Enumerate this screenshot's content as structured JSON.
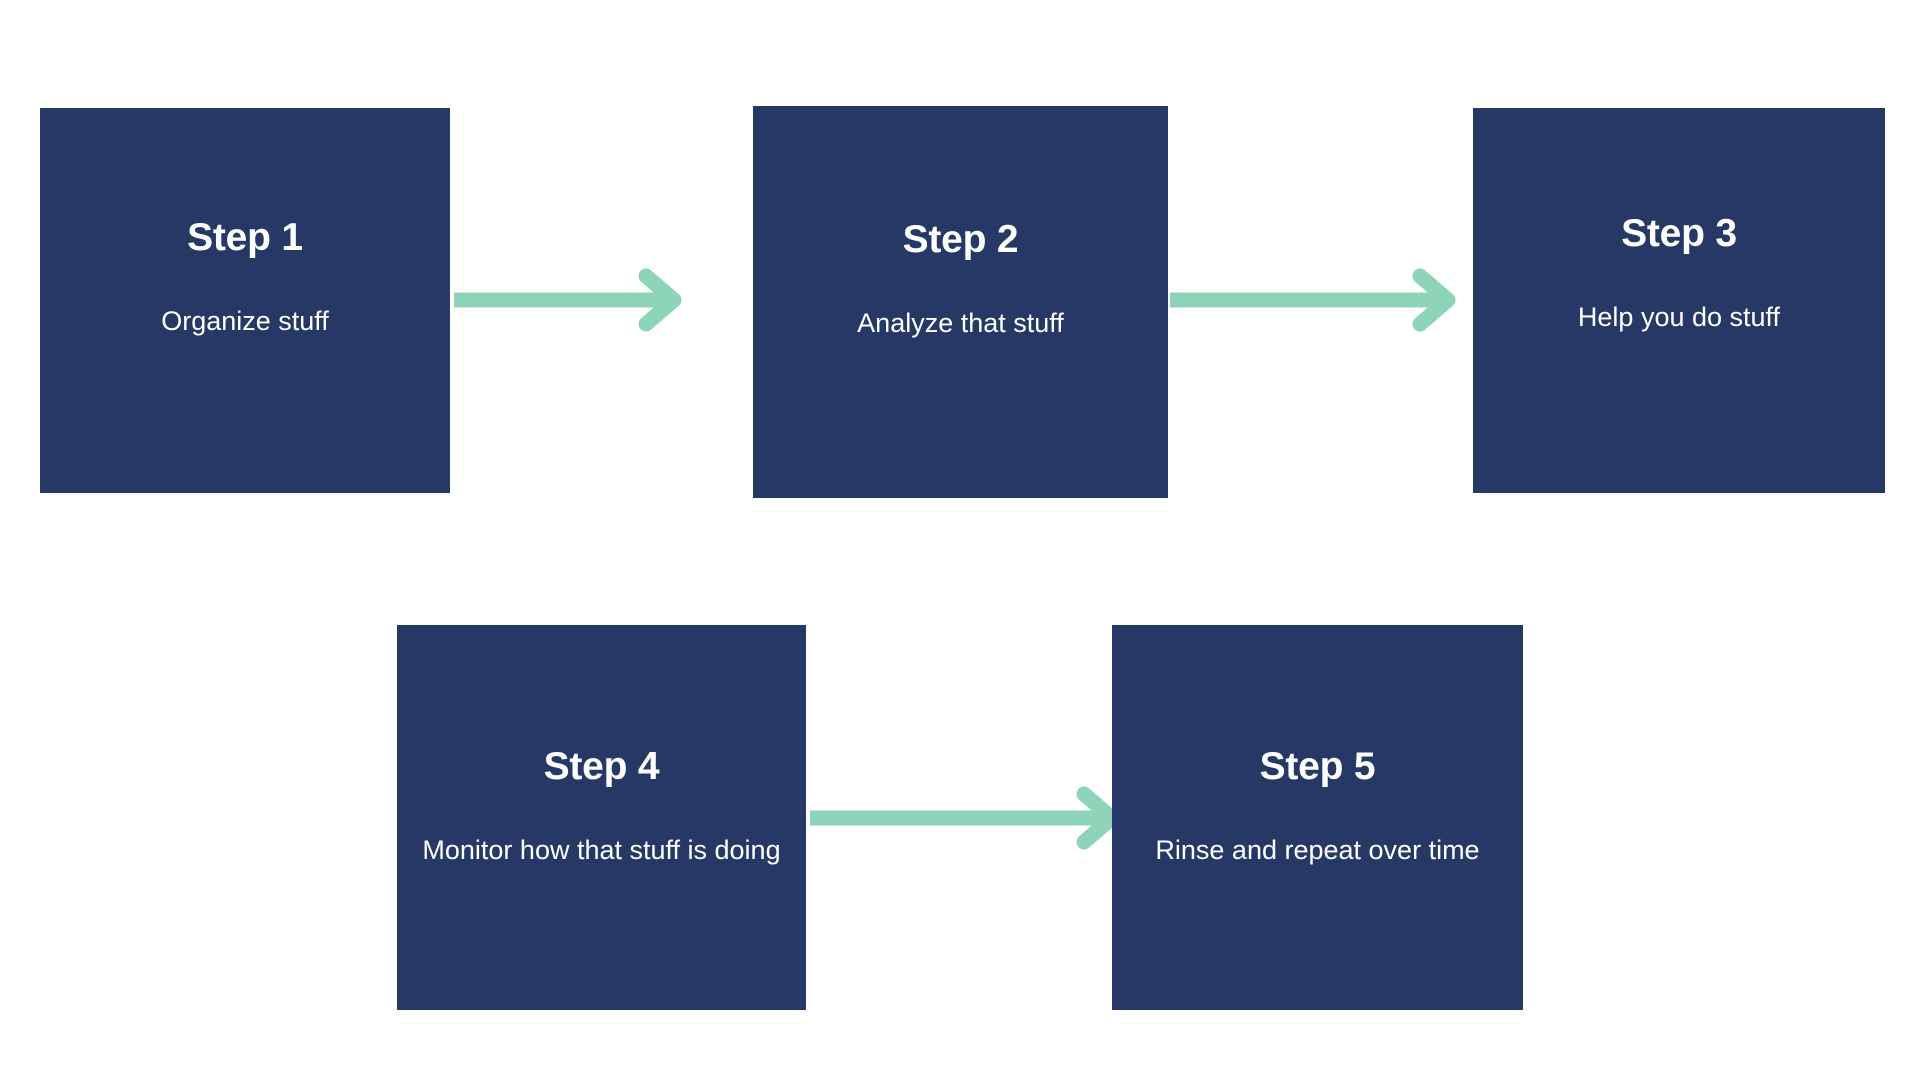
{
  "diagram": {
    "type": "process-flow",
    "title": "",
    "colors": {
      "box_fill": "#253866",
      "box_text": "#ffffff",
      "arrow": "#8ed4b8",
      "background": "#ffffff"
    },
    "steps": [
      {
        "id": "step-1",
        "title": "Step 1",
        "description": "Organize stuff"
      },
      {
        "id": "step-2",
        "title": "Step 2",
        "description": "Analyze that stuff"
      },
      {
        "id": "step-3",
        "title": "Step 3",
        "description": "Help you do stuff"
      },
      {
        "id": "step-4",
        "title": "Step 4",
        "description": "Monitor how that stuff is doing"
      },
      {
        "id": "step-5",
        "title": "Step 5",
        "description": "Rinse and repeat over time"
      }
    ],
    "connectors": [
      {
        "id": "arrow-1",
        "from": "step-1",
        "to": "step-2",
        "direction": "right"
      },
      {
        "id": "arrow-2",
        "from": "step-2",
        "to": "step-3",
        "direction": "right"
      },
      {
        "id": "arrow-3",
        "from": "step-4",
        "to": "step-5",
        "direction": "right"
      }
    ]
  }
}
